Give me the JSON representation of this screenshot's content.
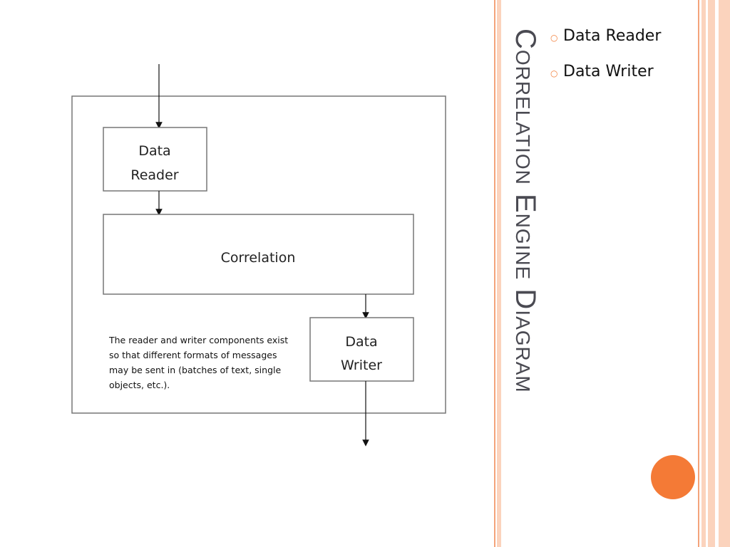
{
  "slide": {
    "title": "Correlation Engine Diagram",
    "bullets": [
      {
        "label": "Data Reader"
      },
      {
        "label": "Data Writer"
      }
    ]
  },
  "diagram": {
    "nodes": {
      "reader": {
        "line1": "Data",
        "line2": "Reader"
      },
      "correlation": {
        "label": "Correlation"
      },
      "writer": {
        "line1": "Data",
        "line2": "Writer"
      }
    },
    "note": {
      "lines": [
        "The reader and writer components exist",
        "so that different formats of messages",
        "may be sent in (batches of text, single",
        "objects, etc.)."
      ]
    }
  },
  "colors": {
    "accent": "#f47a36",
    "stripe_light": "#fbd3bd",
    "title": "#4a4a52"
  }
}
